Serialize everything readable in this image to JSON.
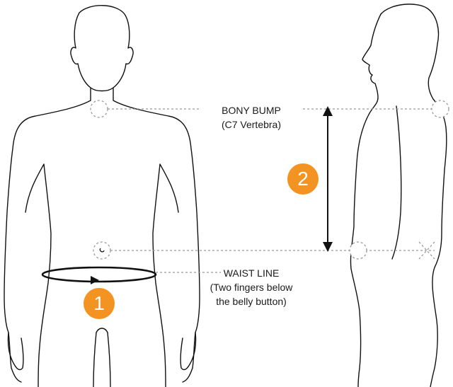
{
  "accent_color": "#f39322",
  "labels": {
    "bony_line1": "BONY BUMP",
    "bony_line2": "(C7 Vertebra)",
    "waist_line1": "WAIST LINE",
    "waist_line2": "(Two fingers below",
    "waist_line3": "the belly button)"
  },
  "badges": {
    "step1": "1",
    "step2": "2"
  },
  "icons": {
    "front_figure": "front-body-outline",
    "side_figure": "side-body-outline",
    "vertical_arrow": "double-headed-arrow",
    "waist_arrow": "right-arrowhead"
  }
}
